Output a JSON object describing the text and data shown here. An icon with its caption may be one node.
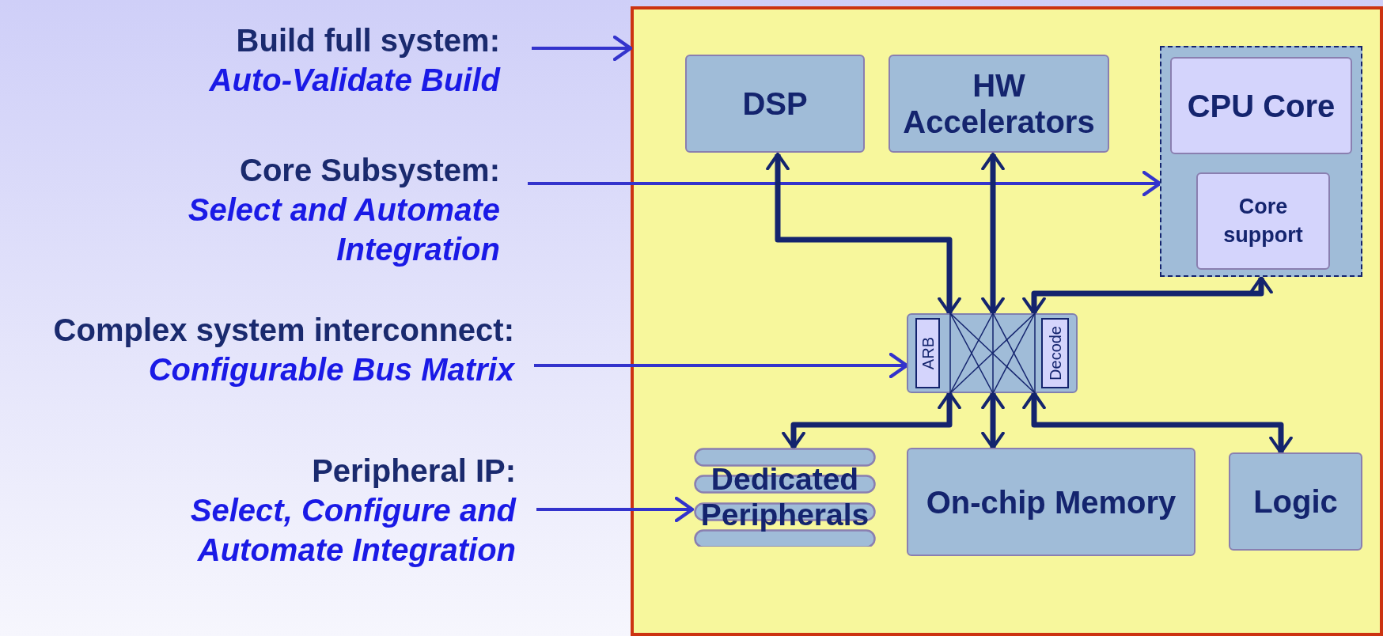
{
  "diagram": {
    "nodes": [
      {
        "text": [],
        "shape": "box"
      },
      {
        "text": [
          "Build full system:",
          "Auto-Validate Build"
        ]
      },
      {
        "text": [
          "DSP"
        ],
        "in": 0
      },
      {
        "text": [
          "HW Accelerators"
        ],
        "in": 0
      },
      {
        "text": [],
        "shape": "box",
        "in": 0
      },
      {
        "text": [
          "CPU Core"
        ],
        "in": 4
      },
      {
        "text": [
          "Core support"
        ],
        "in": 4
      },
      {
        "text": [
          "Core Subsystem:",
          "Select and Automate Integration"
        ]
      },
      {
        "text": [],
        "shape": "box",
        "in": 0
      },
      {
        "text": [
          "ARB"
        ],
        "in": 8
      },
      {
        "text": [
          "Decode"
        ],
        "in": 8
      },
      {
        "text": [
          "Complex system interconnect:",
          "Configurable Bus Matrix"
        ]
      },
      {
        "text": [
          "Dedicated Peripherals"
        ],
        "in": 0
      },
      {
        "text": [
          "On-chip Memory"
        ],
        "in": 0
      },
      {
        "text": [
          "Logic"
        ],
        "in": 0
      },
      {
        "text": [
          "Peripheral IP:",
          "Select, Configure and Automate Integration"
        ]
      }
    ],
    "edges": [
      {
        "from": 1,
        "to": 0,
        "arrow": "to",
        "color": "#3333cc"
      },
      {
        "from": 7,
        "to": 4,
        "arrow": "to",
        "color": "#3333cc"
      },
      {
        "from": 11,
        "to": 8,
        "arrow": "to",
        "color": "#3333cc"
      },
      {
        "from": 15,
        "to": 12,
        "arrow": "to",
        "color": "#3333cc"
      },
      {
        "from": 2,
        "to": 8,
        "arrow": "both"
      },
      {
        "from": 3,
        "to": 8,
        "arrow": "both"
      },
      {
        "from": 4,
        "to": 8,
        "arrow": "both"
      },
      {
        "from": 8,
        "to": 12,
        "arrow": "both"
      },
      {
        "from": 8,
        "to": 13,
        "arrow": "both"
      },
      {
        "from": 8,
        "to": 14,
        "arrow": "both"
      }
    ]
  }
}
